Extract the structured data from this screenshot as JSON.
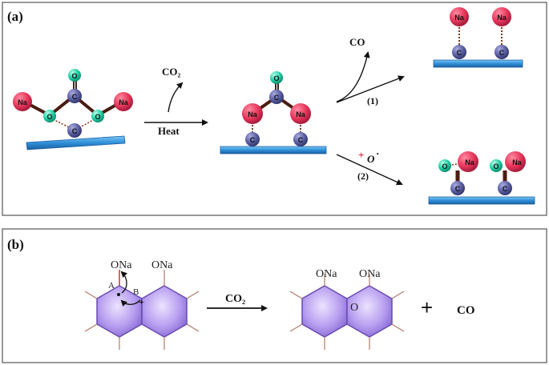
{
  "panel_a": {
    "label": "(a)",
    "left": {
      "O_top": "O",
      "C_top": "C",
      "Na_left": "Na",
      "Na_right": "Na",
      "O_left": "O",
      "O_right": "O",
      "C_bottom": "C"
    },
    "co2_text": "CO₂",
    "heat_text": "Heat",
    "mid": {
      "O_top": "O",
      "C_top": "C",
      "Na_left": "Na",
      "Na_right": "Na",
      "C_left": "C",
      "C_right": "C"
    },
    "co_text": "CO",
    "path1_label": "(1)",
    "path2_label": "(2)",
    "oxy_radical": "O",
    "oxy_radical_sup": "·",
    "oxy_plus": "+",
    "top_right": {
      "Na_1": "Na",
      "Na_2": "Na",
      "C_1": "C",
      "C_2": "C"
    },
    "bottom_right": {
      "O_1": "O",
      "Na_1": "Na",
      "O_2": "O",
      "Na_2": "Na",
      "C_1": "C",
      "C_2": "C"
    }
  },
  "panel_b": {
    "label": "(b)",
    "left_ona_1": "ONa",
    "left_ona_2": "ONa",
    "point_a": "A",
    "point_b": "B",
    "arrow_text": "CO₂",
    "right_ona_1": "ONa",
    "right_ona_2": "ONa",
    "ring_o": "O",
    "plus": "+",
    "product": "CO"
  },
  "colors": {
    "sodium": "#e8385c",
    "carbon": "#5b5fa3",
    "oxygen": "#1fd0a6",
    "bond": "#4a1c12",
    "surface": "#2f8fd8",
    "ring_fill": "#a98ae8",
    "ring_stroke": "#6a4bb0"
  }
}
